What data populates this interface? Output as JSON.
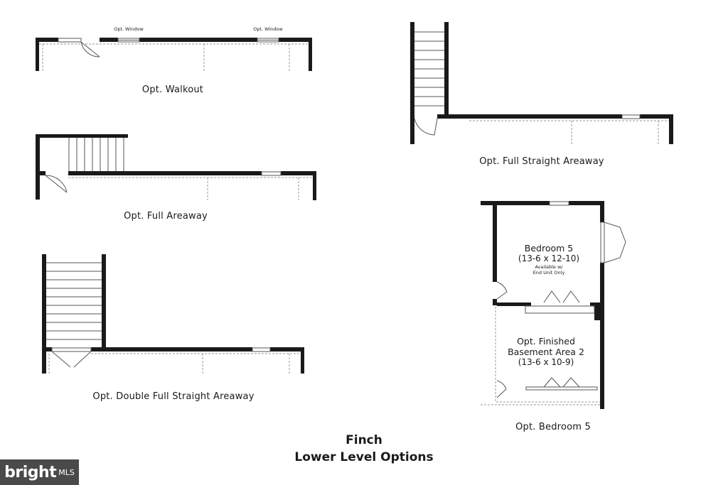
{
  "title": {
    "line1": "Finch",
    "line2": "Lower Level Options"
  },
  "options": {
    "walkout": "Opt. Walkout",
    "full_areaway": "Opt. Full Areaway",
    "double_full_straight": "Opt. Double Full Straight Areaway",
    "full_straight": "Opt. Full Straight Areaway",
    "bedroom5": "Opt. Bedroom 5"
  },
  "window_label": "Opt.\nWindow",
  "window_labels": [
    "Opt. Window",
    "Opt. Window"
  ],
  "rooms": {
    "bedroom": {
      "name": "Bedroom 5",
      "dims": "(13-6 x 12-10)",
      "note1": "Available w/",
      "note2": "End Unit Only"
    },
    "basement": {
      "name1": "Opt. Finished",
      "name2": "Basement Area 2",
      "dims": "(13-6 x 10-9)"
    }
  },
  "watermark": {
    "brand": "bright",
    "suffix": "MLS"
  },
  "colors": {
    "wall": "#1a1a1a",
    "dashed": "#9a9a9a",
    "watermark_bg": "#4a4a4a"
  }
}
